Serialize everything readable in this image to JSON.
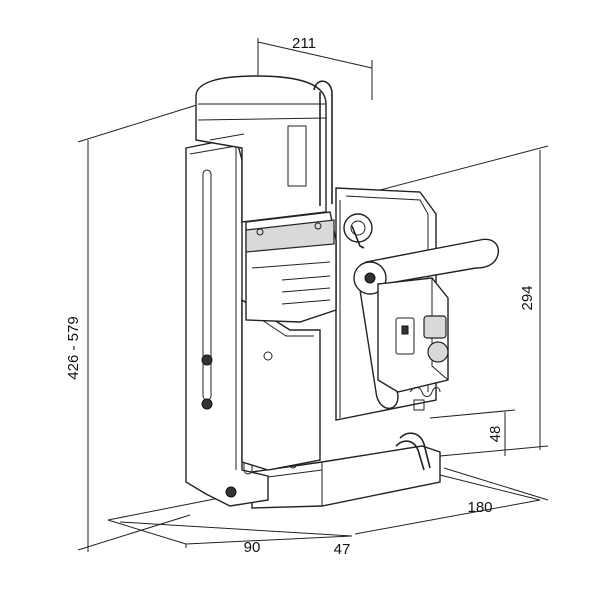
{
  "dimensions": {
    "top_width": "211",
    "overall_height": "426 - 579",
    "column_height": "294",
    "base_height": "48",
    "base_length": "180",
    "base_width": "90",
    "base_offset": "47"
  },
  "colors": {
    "line": "#222222",
    "fill": "#ffffff",
    "shade": "#d9d9d9"
  }
}
